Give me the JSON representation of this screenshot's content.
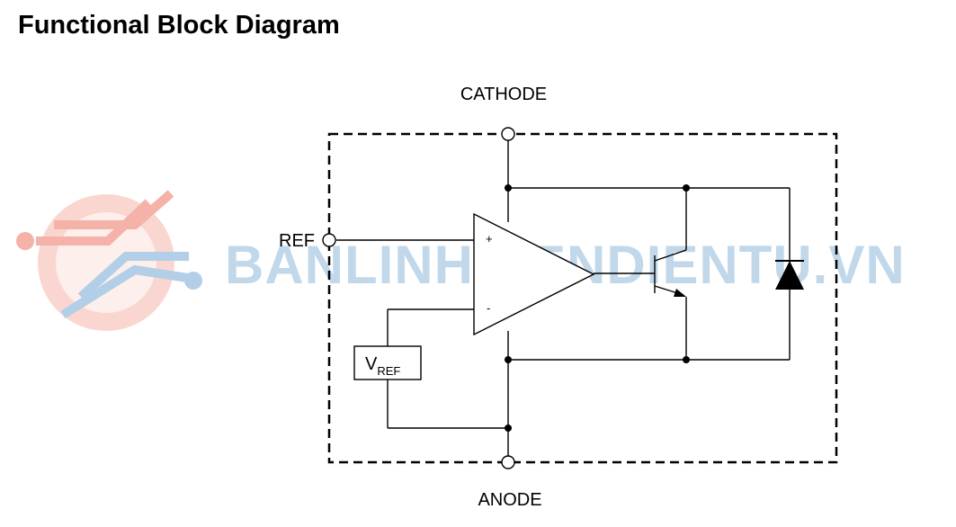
{
  "title": "Functional Block Diagram",
  "pins": {
    "cathode": "CATHODE",
    "anode": "ANODE",
    "ref": "REF"
  },
  "vref_box": {
    "main": "V",
    "sub": "REF"
  },
  "opamp": {
    "plus": "+",
    "minus": "-"
  },
  "watermark": {
    "text": "BANLINHKIENDIENTU.VN"
  },
  "colors": {
    "line": "#000000",
    "watermark_blue": "#8fb8da",
    "watermark_red": "#f08070"
  }
}
